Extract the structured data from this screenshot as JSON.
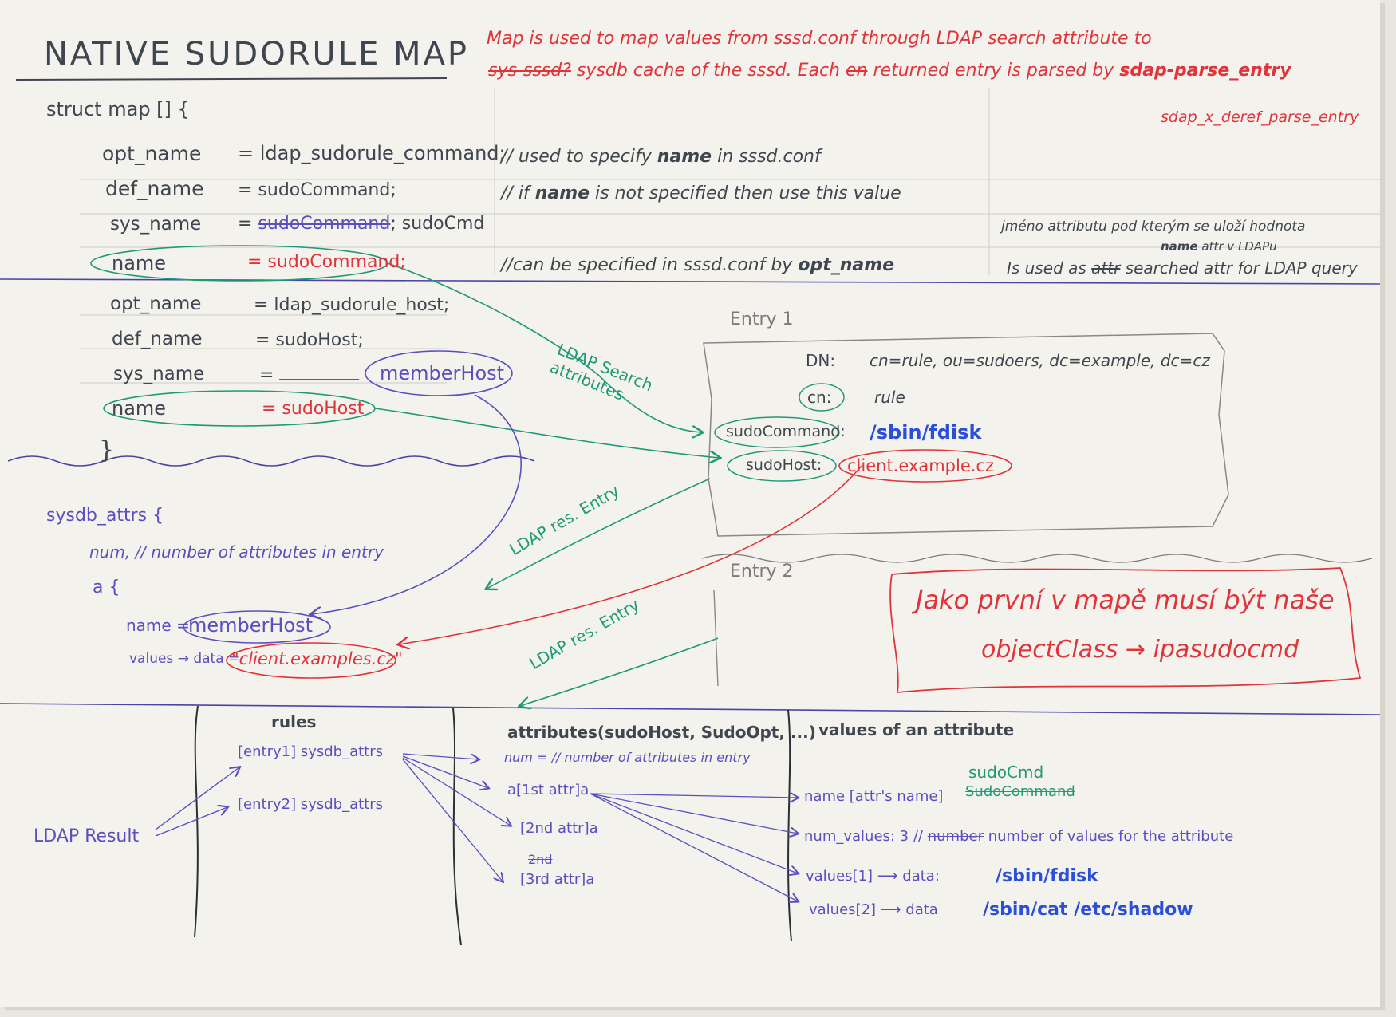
{
  "title": "NATIVE SUDORULE MAP",
  "note_red": {
    "line1": "Map is used to map values from sssd.conf through LDAP search attribute to",
    "line2_struck": "sys-sssd?",
    "line2": "sysdb cache of the sssd. Each",
    "line2_struck2": "en",
    "line2b": "returned entry is parsed by",
    "parse_fn": "sdap-parse_entry",
    "line3": "sdap_x_deref_parse_entry"
  },
  "struct_open": "struct map [] {",
  "struct_close": "}",
  "map1": {
    "opt_name": "opt_name",
    "opt_value": "= ldap_sudorule_command;",
    "def_name": "def_name",
    "def_value": "= sudoCommand;",
    "sys_name": "sys_name",
    "sys_struck": "sudoCommand",
    "sys_value": "; sudoCmd",
    "name": "name",
    "name_value": "= sudoCommand;"
  },
  "comments": {
    "c1": "// used to specify",
    "c1b": "name",
    "c1c": "in sssd.conf",
    "c2": "// if",
    "c2b": "name",
    "c2c": "is not specified then use this value",
    "c4": "//can be specified in sssd.conf by",
    "c4b": "opt_name"
  },
  "czech_note": {
    "line1": "jméno attributu pod kterým se uloží hodnota",
    "line2a": "name",
    "line2b": "attr",
    "line2c": "v LDAPu",
    "line3": "Is used as",
    "line3_struck": "attr",
    "line3b": "searched attr for LDAP query"
  },
  "map2": {
    "opt_name": "opt_name",
    "opt_value": "= ldap_sudorule_host;",
    "def_name": "def_name",
    "def_value": "= sudoHost;",
    "sys_name": "sys_name",
    "sys_value": "= ",
    "member_host": "memberHost",
    "name": "name",
    "name_value": "= sudoHost"
  },
  "close_brace": "}",
  "ldap_search_label": "LDAP Search attributes",
  "entry1": {
    "label": "Entry 1",
    "dn_key": "DN:",
    "dn_value": "cn=rule, ou=sudoers, dc=example, dc=cz",
    "cn_key": "cn:",
    "cn_value": "rule",
    "cmd_key": "sudoCommand:",
    "cmd_value": "/sbin/fdisk",
    "host_key": "sudoHost:",
    "host_value": "client.example.cz"
  },
  "entry2": {
    "label": "Entry 2"
  },
  "ldap_res_entry1": "LDAP res. Entry",
  "ldap_res_entry2": "LDAP res. Entry",
  "czech_box": {
    "line1": "Jako první v mapě musí být naše",
    "line2": "objectClass → ipasudocmd"
  },
  "sysdb": {
    "open": "sysdb_attrs {",
    "num": "num, // number of attributes in entry",
    "a": "a {",
    "name_key": "name =",
    "name_value": "memberHost",
    "values_key": "values → data =",
    "values_value": "\"client.examples.cz\""
  },
  "bottom": {
    "col_rules": "rules",
    "entry1": "[entry1] sysdb_attrs",
    "entry2": "[entry2] sysdb_attrs",
    "ldap_result": "LDAP Result",
    "col_attrs": "attributes(sudoHost, SudoOpt, ...)",
    "num_line": "num = // number of attributes in entry",
    "a1": "a[1st attr]a",
    "a2": "[2nd attr]a",
    "a3_fix": "2nd",
    "a3": "[3rd attr]a",
    "col_values": "values of an attribute",
    "sudo_cmd": "sudoCmd",
    "sudo_command_struck": "SudoCommand",
    "name_line": "name [attr's name]",
    "num_values": "num_values: 3 //",
    "num_values_struck": "number",
    "num_values_b": "number of values for the attribute",
    "values1": "values[1] ⟶ data:",
    "values1_val": "/sbin/fdisk",
    "values2": "values[2] ⟶ data",
    "values2_val": "/sbin/cat /etc/shadow"
  }
}
